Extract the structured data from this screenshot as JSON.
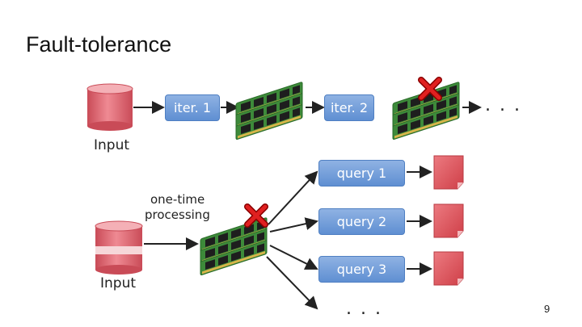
{
  "slide": {
    "title": "Fault-tolerance",
    "page_number": "9"
  },
  "top_row": {
    "input_label": "Input",
    "iter1_label": "iter. 1",
    "iter2_label": "iter. 2",
    "ellipsis": ". . ."
  },
  "bottom_row": {
    "input_label": "Input",
    "processing_label_line1": "one-time",
    "processing_label_line2": "processing",
    "query1_label": "query 1",
    "query2_label": "query 2",
    "query3_label": "query 3",
    "ellipsis": ". . ."
  },
  "colors": {
    "database": "#e06a75",
    "query_box": "#6f9ad8",
    "failure_x": "#e02020",
    "result_doc": "#e05a60",
    "ram_module": "#3d8a3a"
  },
  "icons": [
    "database-icon",
    "ram-memory-icon",
    "failure-x-icon",
    "document-icon",
    "arrow-icon"
  ]
}
